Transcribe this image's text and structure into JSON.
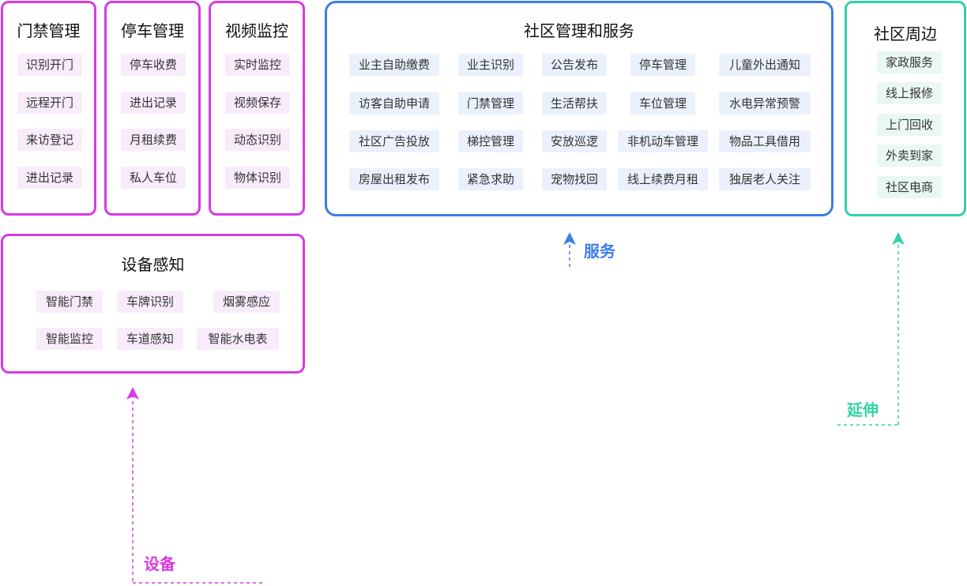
{
  "colors": {
    "device": "#d63be3",
    "service": "#3d7de8",
    "extension": "#33d1a6"
  },
  "access_control": {
    "title": "门禁管理",
    "items": [
      "识别开门",
      "远程开门",
      "来访登记",
      "进出记录"
    ]
  },
  "parking": {
    "title": "停车管理",
    "items": [
      "停车收费",
      "进出记录",
      "月租续费",
      "私人车位"
    ]
  },
  "video": {
    "title": "视频监控",
    "items": [
      "实时监控",
      "视频保存",
      "动态识别",
      "物体识别"
    ]
  },
  "sensing": {
    "title": "设备感知",
    "items": [
      "智能门禁",
      "车牌识别",
      "烟雾感应",
      "智能监控",
      "车道感知",
      "智能水电表"
    ]
  },
  "community": {
    "title": "社区管理和服务",
    "items": [
      "业主自助缴费",
      "业主识别",
      "公告发布",
      "停车管理",
      "儿童外出通知",
      "访客自助申请",
      "门禁管理",
      "生活帮扶",
      "车位管理",
      "水电异常预警",
      "社区广告投放",
      "梯控管理",
      "安放巡逻",
      "非机动车管理",
      "物品工具借用",
      "房屋出租发布",
      "紧急求助",
      "宠物找回",
      "线上续费月租",
      "独居老人关注"
    ]
  },
  "surroundings": {
    "title": "社区周边",
    "items": [
      "家政服务",
      "线上报修",
      "上门回收",
      "外卖到家",
      "社区电商"
    ]
  },
  "annotations": {
    "device": "设备",
    "service": "服务",
    "extension": "延伸"
  }
}
